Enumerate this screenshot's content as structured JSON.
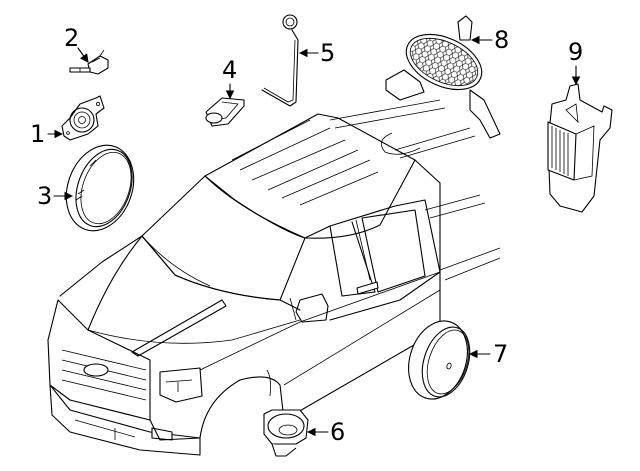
{
  "diagram": {
    "subject": "pickup-truck",
    "background": "#ffffff",
    "line_color": "#000000",
    "callouts": [
      {
        "id": "1",
        "label": "1",
        "part": "tweeter-speaker-with-bracket"
      },
      {
        "id": "2",
        "label": "2",
        "part": "connector"
      },
      {
        "id": "3",
        "label": "3",
        "part": "speaker-grille-ring"
      },
      {
        "id": "4",
        "label": "4",
        "part": "microphone"
      },
      {
        "id": "5",
        "label": "5",
        "part": "antenna-cable"
      },
      {
        "id": "6",
        "label": "6",
        "part": "small-speaker"
      },
      {
        "id": "7",
        "label": "7",
        "part": "door-speaker"
      },
      {
        "id": "8",
        "label": "8",
        "part": "subwoofer-with-grille"
      },
      {
        "id": "9",
        "label": "9",
        "part": "amplifier-with-bracket"
      }
    ]
  }
}
